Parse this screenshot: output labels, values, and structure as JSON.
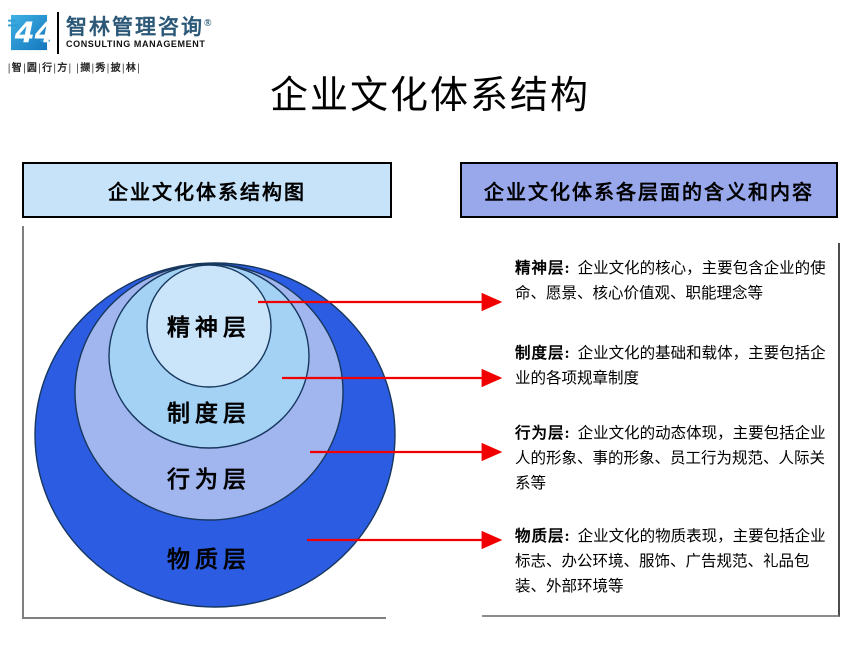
{
  "logo": {
    "icon_text": "44",
    "brand_cn": "智林管理咨询",
    "reg_mark": "®",
    "brand_en": "CONSULTING MANAGEMENT",
    "tagline": "|智|圆|行|方| |撷|秀|披|林|"
  },
  "slide": {
    "title": "企业文化体系结构"
  },
  "left_panel": {
    "header": "企业文化体系结构图"
  },
  "right_panel": {
    "header": "企业文化体系各层面的含义和内容"
  },
  "chart_data": {
    "type": "nested-circles-diagram",
    "title": "企业文化体系结构图",
    "layers_outer_to_inner": [
      {
        "label": "物质层",
        "fill": "#2C5CE2"
      },
      {
        "label": "行为层",
        "fill": "#A1B5EF"
      },
      {
        "label": "制度层",
        "fill": "#A4D2F5"
      },
      {
        "label": "精神层",
        "fill": "#CAE4FA"
      }
    ],
    "arrow_color": "#F00000",
    "stroke_color": "#17375E"
  },
  "annotations": [
    {
      "term": "精神层:",
      "desc": "企业文化的核心，主要包含企业的使命、愿景、核心价值观、职能理念等"
    },
    {
      "term": "制度层:",
      "desc": "企业文化的基础和载体，主要包括企业的各项规章制度"
    },
    {
      "term": "行为层:",
      "desc": "企业文化的动态体现，主要包括企业人的形象、事的形象、员工行为规范、人际关系等"
    },
    {
      "term": "物质层:",
      "desc": "企业文化的物质表现，主要包括企业标志、办公环境、服饰、广告规范、礼品包装、外部环境等"
    }
  ]
}
